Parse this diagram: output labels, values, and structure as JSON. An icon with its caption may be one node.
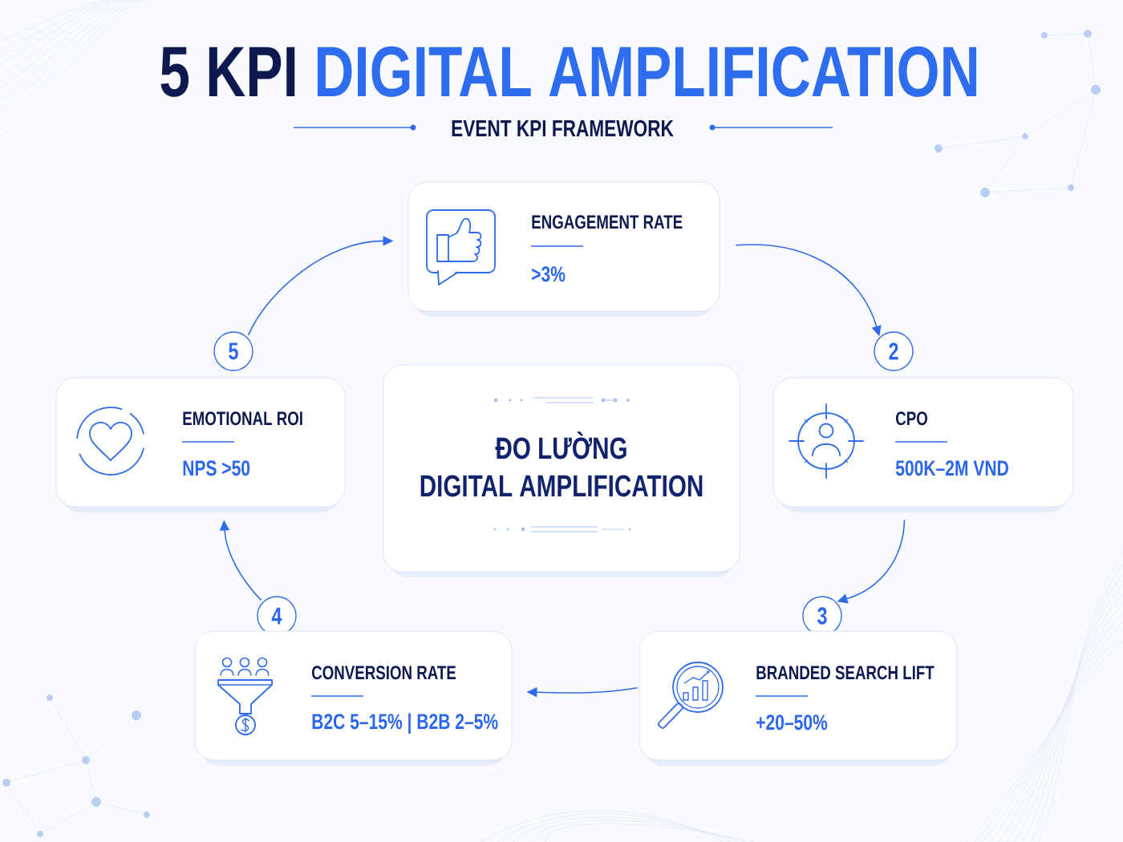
{
  "diagram": {
    "title": "5 KPI DIGITAL AMPLIFICATION",
    "nodes": [
      {
        "text": [
          "ENGAGEMENT RATE",
          ">3%"
        ]
      },
      {
        "text": [
          "5"
        ]
      },
      {
        "text": [
          "2"
        ]
      },
      {
        "text": [
          "EMOTIONAL ROI",
          "NPS >50"
        ]
      },
      {
        "text": [
          "ĐO LƯỜNG",
          "DIGITAL AMPLIFICATION"
        ]
      },
      {
        "text": [
          "CPO",
          "500K–2M VND"
        ]
      },
      {
        "text": [
          "4"
        ]
      },
      {
        "text": [
          "3"
        ]
      },
      {
        "text": [
          "CONVERSION RATE",
          "B2C 5–15% | B2B 2–5%"
        ]
      },
      {
        "text": [
          "BRANDED SEARCH LIFT",
          "+20–50%"
        ]
      }
    ],
    "edges": [
      {
        "from": 0,
        "to": 2,
        "arrow": "to"
      },
      {
        "from": 1,
        "to": 0,
        "arrow": "to"
      },
      {
        "from": 5,
        "to": 7,
        "arrow": "to"
      },
      {
        "from": 9,
        "to": 8,
        "arrow": "to"
      },
      {
        "from": 6,
        "to": 3,
        "arrow": "to"
      }
    ],
    "labels": [
      "EVENT KPI FRAMEWORK"
    ]
  }
}
